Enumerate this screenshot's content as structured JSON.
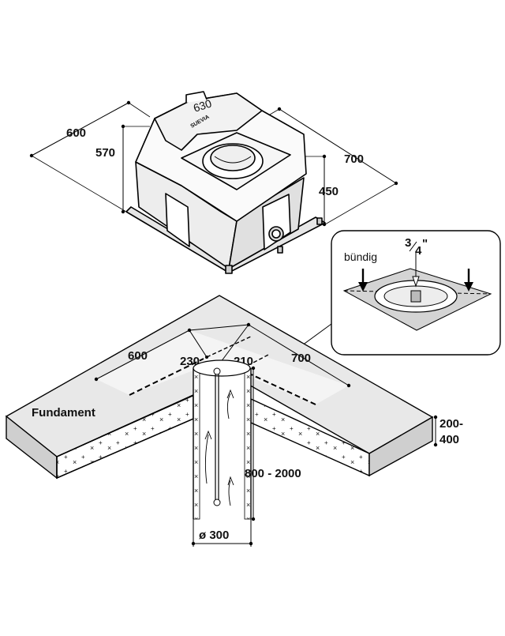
{
  "unit": {
    "width_label": "600",
    "height_label": "570",
    "depth_label": "700",
    "inner_height_label": "450",
    "model_label": "630",
    "brand_label": "SUEVIA"
  },
  "detail": {
    "flush_label": "bündig",
    "thread_fraction_top": "3",
    "thread_fraction_bottom": "4",
    "thread_inch_mark": "\""
  },
  "foundation": {
    "label": "Fundament",
    "width_label": "600",
    "depth_label": "700",
    "offset_left_label": "230",
    "offset_right_label": "210",
    "thickness_label_line1": "200-",
    "thickness_label_line2": "400",
    "pipe_depth_label": "800 - 2000",
    "pipe_diameter_label": "ø 300"
  }
}
